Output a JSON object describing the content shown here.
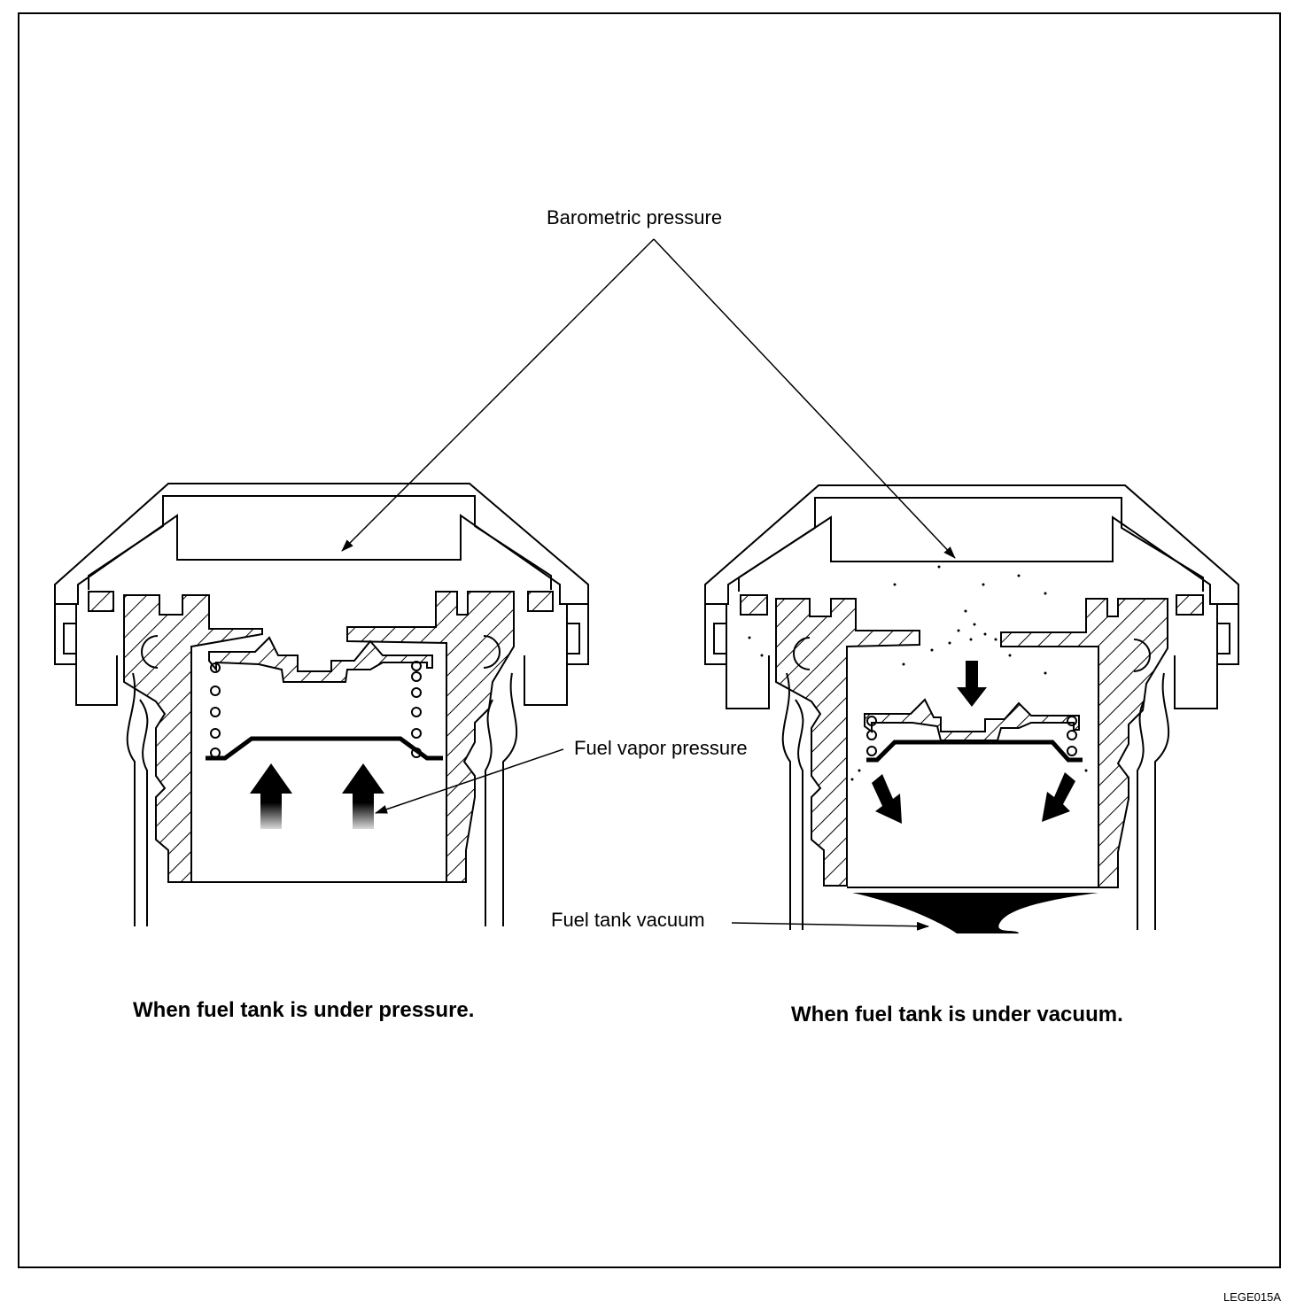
{
  "labels": {
    "barometric": "Barometric pressure",
    "fuel_vapor": "Fuel vapor pressure",
    "fuel_vacuum": "Fuel tank vacuum"
  },
  "captions": {
    "pressure": "When fuel tank is under pressure.",
    "vacuum": "When fuel tank is under  vacuum."
  },
  "figure_code": "LEGE015A",
  "colors": {
    "ink": "#000000",
    "paper": "#ffffff"
  }
}
